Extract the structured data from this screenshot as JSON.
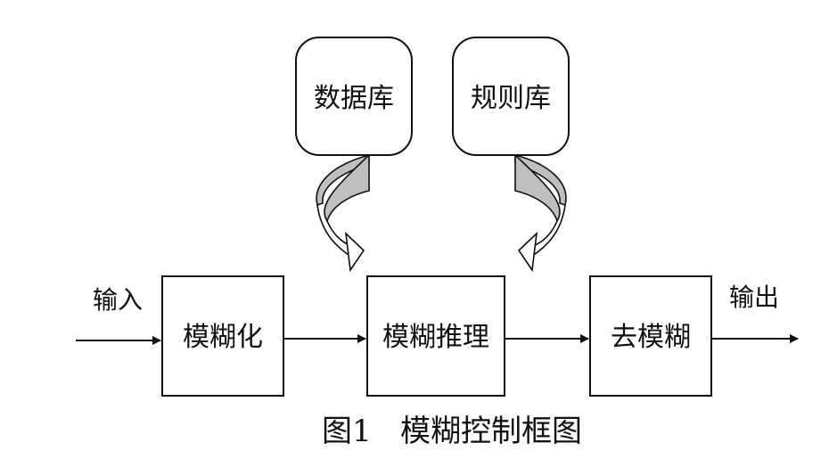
{
  "diagram": {
    "boxes": {
      "fuzzification": "模糊化",
      "inference": "模糊推理",
      "defuzzification": "去模糊",
      "database": "数据库",
      "rulebase": "规则库"
    },
    "labels": {
      "input": "输入",
      "output": "输出"
    },
    "caption": "图1   模糊控制框图"
  },
  "colors": {
    "stroke": "#111111",
    "fill": "#ffffff",
    "curve_fill": "#bfbfbf",
    "text": "#111111"
  }
}
